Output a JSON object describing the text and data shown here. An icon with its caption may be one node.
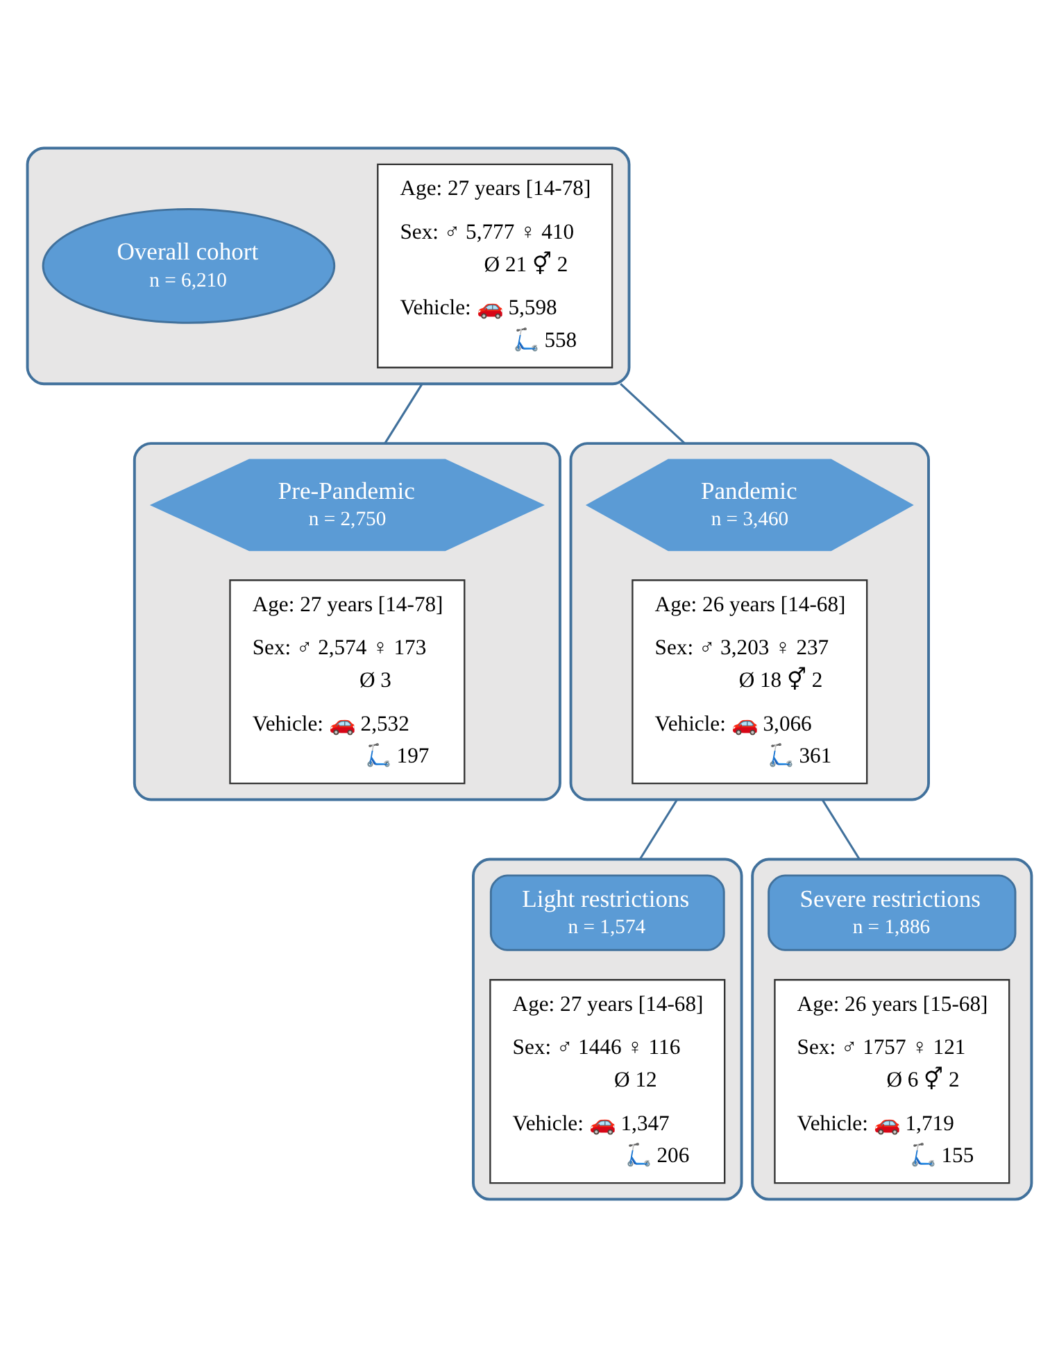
{
  "diagram": {
    "nodes": [
      {
        "text": [],
        "shape": "box"
      },
      {
        "text": [
          "Overall cohort",
          "n = 6,210"
        ],
        "in": 0
      },
      {
        "text": [
          "Age: 27 years [14-78]",
          "Sex: ♂ 5,777 ♀ 410",
          "Ø 21 ⚥ 2",
          "Vehicle: 🚗 5,598",
          "🛴 558"
        ],
        "in": 0
      },
      {
        "text": [],
        "shape": "box"
      },
      {
        "text": [
          "Pre-Pandemic",
          "n = 2,750"
        ],
        "in": 3
      },
      {
        "text": [
          "Age: 27 years [14-78]",
          "Sex: ♂ 2,574 ♀ 173",
          "Ø 3",
          "Vehicle: 🚗 2,532",
          "🛴 197"
        ],
        "in": 3
      },
      {
        "text": [],
        "shape": "box"
      },
      {
        "text": [
          "Pandemic",
          "n = 3,460"
        ],
        "in": 6
      },
      {
        "text": [
          "Age: 26 years [14-68]",
          "Sex: ♂ 3,203 ♀ 237",
          "Ø 18 ⚥ 2",
          "Vehicle: 🚗 3,066",
          "🛴 361"
        ],
        "in": 6
      },
      {
        "text": [],
        "shape": "box"
      },
      {
        "text": [
          "Light restrictions",
          "n = 1,574"
        ],
        "in": 9
      },
      {
        "text": [
          "Age: 27 years [14-68]",
          "Sex: ♂ 1446 ♀ 116",
          "Ø 12",
          "Vehicle: 🚗 1,347",
          "🛴 206"
        ],
        "in": 9
      },
      {
        "text": [],
        "shape": "box"
      },
      {
        "text": [
          "Severe restrictions",
          "n = 1,886"
        ],
        "in": 12
      },
      {
        "text": [
          "Age: 26 years [15-68]",
          "Sex: ♂ 1757 ♀ 121",
          "Ø 6 ⚥ 2",
          "Vehicle: 🚗 1,719",
          "🛴 155"
        ],
        "in": 12
      }
    ],
    "edges": [
      {
        "from": 0,
        "to": 3,
        "arrow": "none"
      },
      {
        "from": 0,
        "to": 6,
        "arrow": "none"
      },
      {
        "from": 6,
        "to": 9,
        "arrow": "none"
      },
      {
        "from": 6,
        "to": 12,
        "arrow": "none"
      }
    ]
  }
}
